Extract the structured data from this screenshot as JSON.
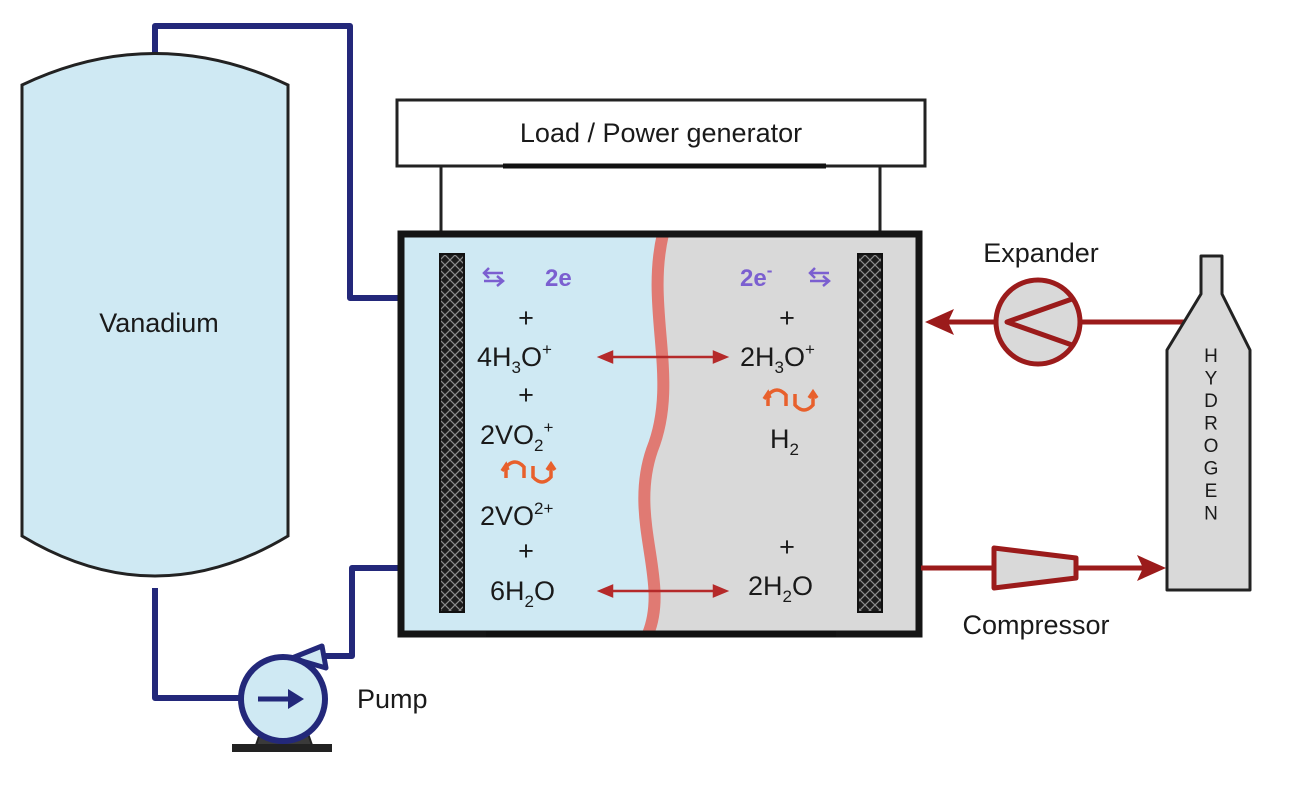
{
  "colors": {
    "blue_pipe": "#23287a",
    "red_pipe": "#9b1b1b",
    "vanadium_fill": "#cfe9f3",
    "catholyte_fill": "#cfe9f3",
    "anolyte_fill": "#d9d9d9",
    "membrane": "#e07a73",
    "electron_purple": "#7b5fd0",
    "reaction_arrow_orange": "#e8602c",
    "double_arrow_red": "#b52a2a"
  },
  "labels": {
    "load": "Load / Power generator",
    "vanadium": "Vanadium",
    "pump": "Pump",
    "expander": "Expander",
    "compressor": "Compressor",
    "hydrogen_letters": [
      "H",
      "Y",
      "D",
      "R",
      "O",
      "G",
      "E",
      "N"
    ]
  },
  "left_reactions": {
    "electrons": {
      "num": "2e",
      "sup": ""
    },
    "plus1": "+",
    "h3o": {
      "base": "4H",
      "sub": "3",
      "o": "O",
      "sup": "+"
    },
    "plus2": "+",
    "vo2": {
      "base": "2VO",
      "sub": "2",
      "sup": "+"
    },
    "vo": {
      "base": "2VO",
      "sup": "2+"
    },
    "plus3": "+",
    "water": {
      "base": "6H",
      "sub": "2",
      "o": "O"
    }
  },
  "right_reactions": {
    "electrons": {
      "num": "2e",
      "sup": "-"
    },
    "plus1": "+",
    "h3o": {
      "base": "2H",
      "sub": "3",
      "o": "O",
      "sup": "+"
    },
    "h2": {
      "base": "H",
      "sub": "2"
    },
    "plus2": "+",
    "water": {
      "base": "2H",
      "sub": "2",
      "o": "O"
    }
  }
}
